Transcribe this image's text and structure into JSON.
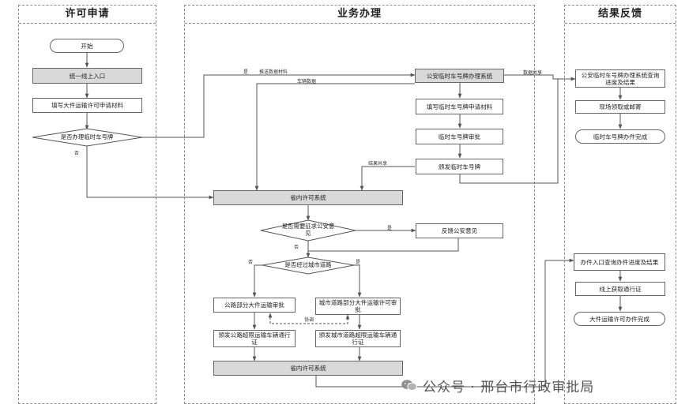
{
  "lanes": {
    "left": "许可申请",
    "middle": "业务办理",
    "right": "结果反馈"
  },
  "left_nodes": {
    "start": "开始",
    "entry": "统一线上入口",
    "fill_form": "填写大件运输许可申请材料",
    "decision_temp_plate": "是否办理临时车号牌"
  },
  "middle_nodes": {
    "police_system": "公安临时车号牌办理系统",
    "fill_plate_form": "填写临时车号牌申请材料",
    "plate_approval": "临时车号牌审批",
    "issue_plate": "颁发临时车号牌",
    "provincial_system": "省内许可系统",
    "decision_police_opinion": "是否需要征求公安意见",
    "police_feedback": "反馈公安意见",
    "decision_city_road": "是否经过城市道路",
    "highway_approval": "公路部分大件运输审批",
    "city_road_approval": "城市道路部分大件运输许可审批",
    "issue_highway_permit": "颁发公路超限运输车辆通行证",
    "issue_city_permit": "颁发城市道路超限运输车辆通行证",
    "provincial_system_end": "省内许可系统"
  },
  "right_nodes": {
    "police_query": "公安临时车号牌办理系统查询进度及结果",
    "onsite_pickup": "现场领取或邮寄",
    "plate_done": "临时车号牌办件完成",
    "query_progress": "办件入口查询办件进度及结果",
    "online_permit": "线上获取通行证",
    "transport_done": "大件运输许可办件完成"
  },
  "edge_labels": {
    "yes_top": "是",
    "push_material": "推送数据材料",
    "plate_info": "车辆数据",
    "data_share": "数据共享",
    "no_left": "否",
    "result_share": "结果共享",
    "yes_opinion": "是",
    "no_opinion": "否",
    "no_city": "否",
    "yes_city": "是",
    "coordinate": "协调"
  },
  "watermark": "公众号 · 邢台市行政审批局",
  "colors": {
    "line": "#555555",
    "gray_fill": "#d9d9d9",
    "lane_border": "#8a8a8a"
  }
}
